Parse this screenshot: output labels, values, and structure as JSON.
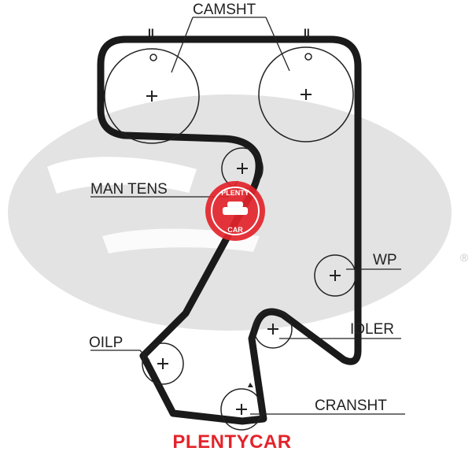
{
  "labels": {
    "camshaft": "CAMSHT",
    "man_tens": "MAN TENS",
    "wp": "WP",
    "idler": "IDLER",
    "oilp": "OILP",
    "cranshaft": "CRANSHT"
  },
  "marks": {
    "cam_left_top": "II",
    "cam_right_top": "II",
    "cam_left_dot": "O",
    "cam_right_dot": "O"
  },
  "watermark": {
    "footer": "PLENTYCAR",
    "badge_top": "PLENTY",
    "badge_bottom": "CAR",
    "trademark": "®"
  },
  "colors": {
    "belt": "#1a1a1a",
    "label_line": "#222222",
    "gates_logo": "#e3e3e3",
    "watermark_red": "#e3242b"
  }
}
